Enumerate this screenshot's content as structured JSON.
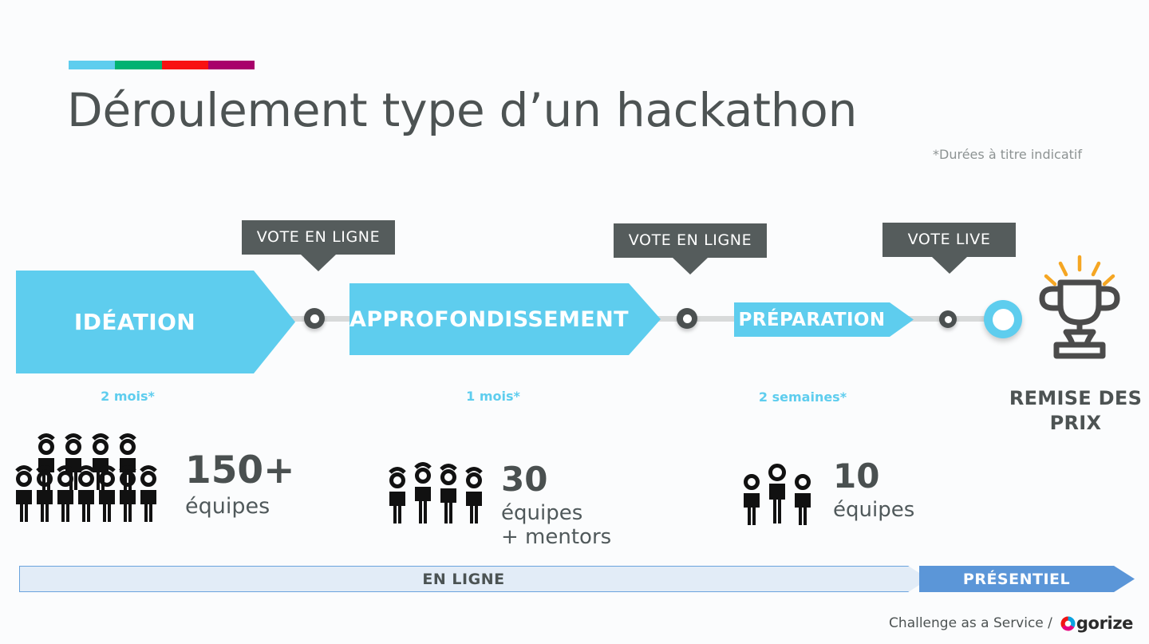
{
  "slide": {
    "title": "Déroulement type d’un hackathon",
    "note": "*Durées à titre indicatif",
    "accent_colors": [
      "#5ecdee",
      "#00b272",
      "#f81111",
      "#a8006b"
    ],
    "brand_cyan": "#5ecdee",
    "callout_gray": "#555c5c",
    "onsite_blue": "#5b96d8",
    "online_blue_fill": "#e2ecf7"
  },
  "phases": [
    {
      "name": "IDÉATION",
      "duration": "2 mois*"
    },
    {
      "name": "APPROFONDISSEMENT",
      "duration": "1 mois*"
    },
    {
      "name": "PRÉPARATION",
      "duration": "2 semaines*"
    }
  ],
  "callouts": [
    {
      "label": "VOTE EN LIGNE"
    },
    {
      "label": "VOTE EN LIGNE"
    },
    {
      "label": "VOTE LIVE"
    }
  ],
  "award": {
    "label": "REMISE DES PRIX",
    "icon": "trophy-icon",
    "ray_color": "#f5a623"
  },
  "stats": [
    {
      "number": "150+",
      "unit": "équipes",
      "icon": "crowd-icon",
      "people": 12
    },
    {
      "number": "30",
      "unit": "équipes\n+ mentors",
      "icon": "people-group-icon",
      "people": 4
    },
    {
      "number": "10",
      "unit": "équipes",
      "icon": "people-trio-icon",
      "people": 3
    }
  ],
  "mode_bars": [
    {
      "label": "EN LIGNE",
      "type": "online"
    },
    {
      "label": "PRÉSENTIEL",
      "type": "onsite"
    }
  ],
  "footer": {
    "text": "Challenge as a Service  /",
    "brand": "gorize"
  }
}
